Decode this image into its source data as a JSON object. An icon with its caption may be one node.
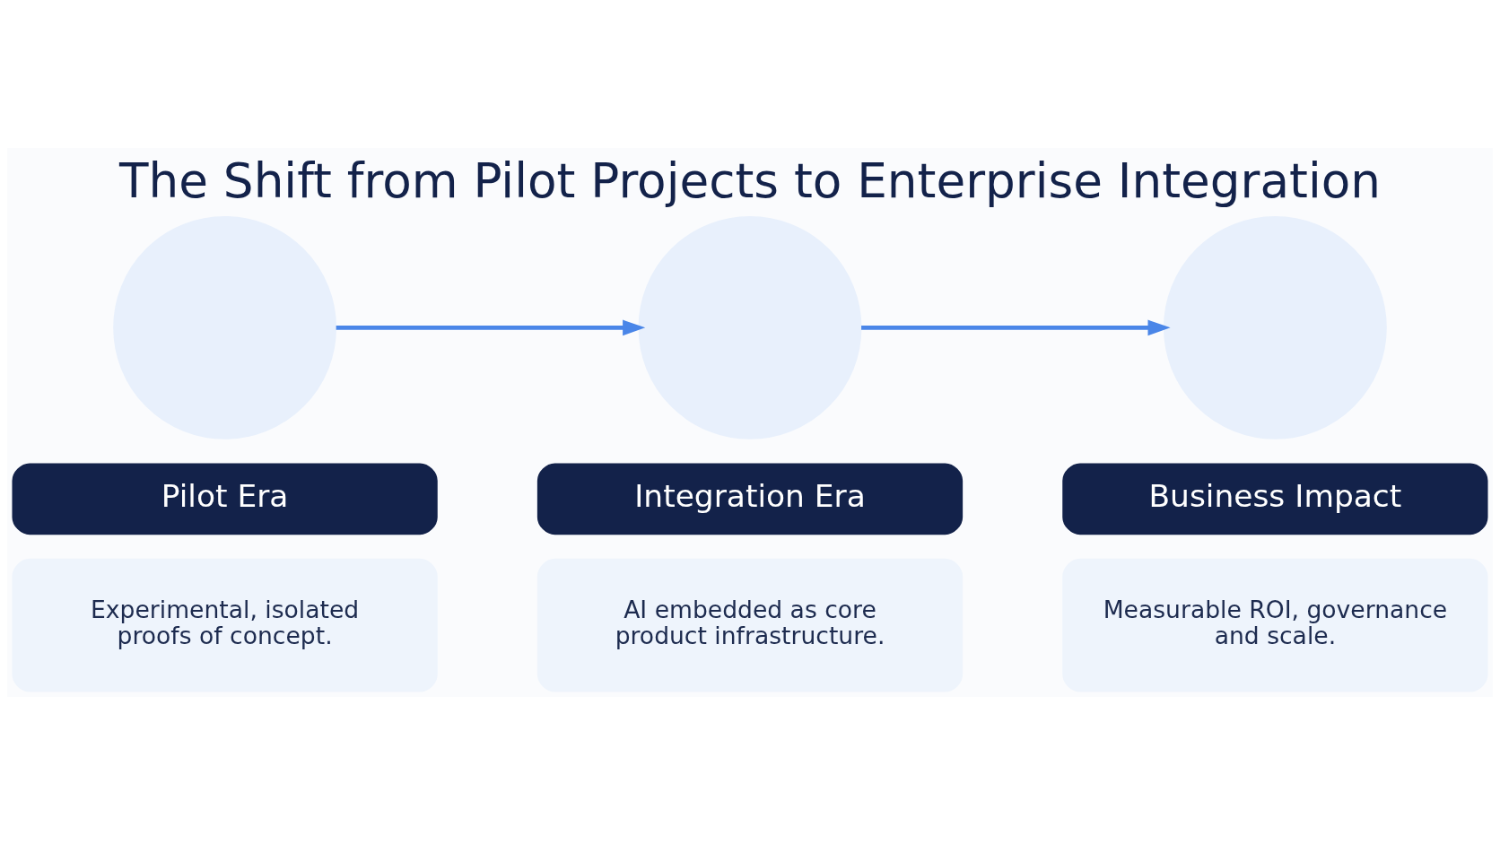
{
  "diagram": {
    "title": "The Shift from Pilot Projects to Enterprise Integration",
    "nodes": [
      {
        "text": [],
        "shape": "circle"
      },
      {
        "text": [
          "Pilot Era"
        ]
      },
      {
        "text": [
          "Experimental, isolated proofs of concept."
        ]
      },
      {
        "text": [],
        "shape": "circle"
      },
      {
        "text": [
          "Integration Era"
        ]
      },
      {
        "text": [
          "AI embedded as core product infrastructure."
        ]
      },
      {
        "text": [],
        "shape": "circle"
      },
      {
        "text": [
          "Business Impact"
        ]
      },
      {
        "text": [
          "Measurable ROI, governance and scale."
        ]
      }
    ],
    "edges": [
      {
        "from": 0,
        "to": 3,
        "arrow": "to"
      },
      {
        "from": 3,
        "to": 6,
        "arrow": "to"
      }
    ]
  }
}
